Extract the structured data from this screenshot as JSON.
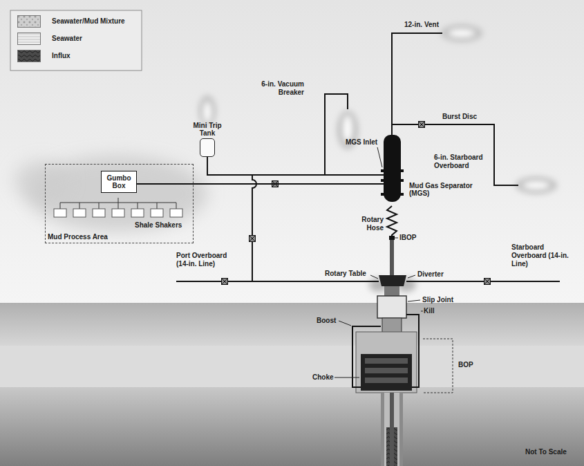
{
  "diagram": {
    "nodes": [
      {
        "text": [
          "Mud Process Area"
        ]
      },
      {
        "text": [
          "Gumbo Box"
        ],
        "in": 0
      },
      {
        "text": [
          "Mini Trip Tank"
        ]
      },
      {
        "text": [
          "Mud Gas Separator (MGS)"
        ]
      }
    ],
    "edges": [
      {
        "from": 3,
        "to": 1,
        "arrow": "none"
      },
      {
        "from": 2,
        "to": 3,
        "arrow": "none"
      }
    ],
    "labels": [
      "12-in. Vent",
      "6-in. Vacuum Breaker",
      "Burst Disc",
      "MGS Inlet",
      "6-in. Starboard Overboard",
      "Shale Shakers",
      "Rotary Hose",
      "IBOP",
      "Port Overboard (14-in. Line)",
      "Starboard Overboard (14-in. Line)",
      "Rotary Table",
      "Diverter",
      "Slip Joint",
      "Boost",
      "Kill",
      "BOP",
      "Choke",
      "Not To Scale"
    ],
    "legend": [
      {
        "text": "Seawater/Mud Mixture"
      },
      {
        "text": "Seawater"
      },
      {
        "text": "Influx"
      }
    ]
  }
}
